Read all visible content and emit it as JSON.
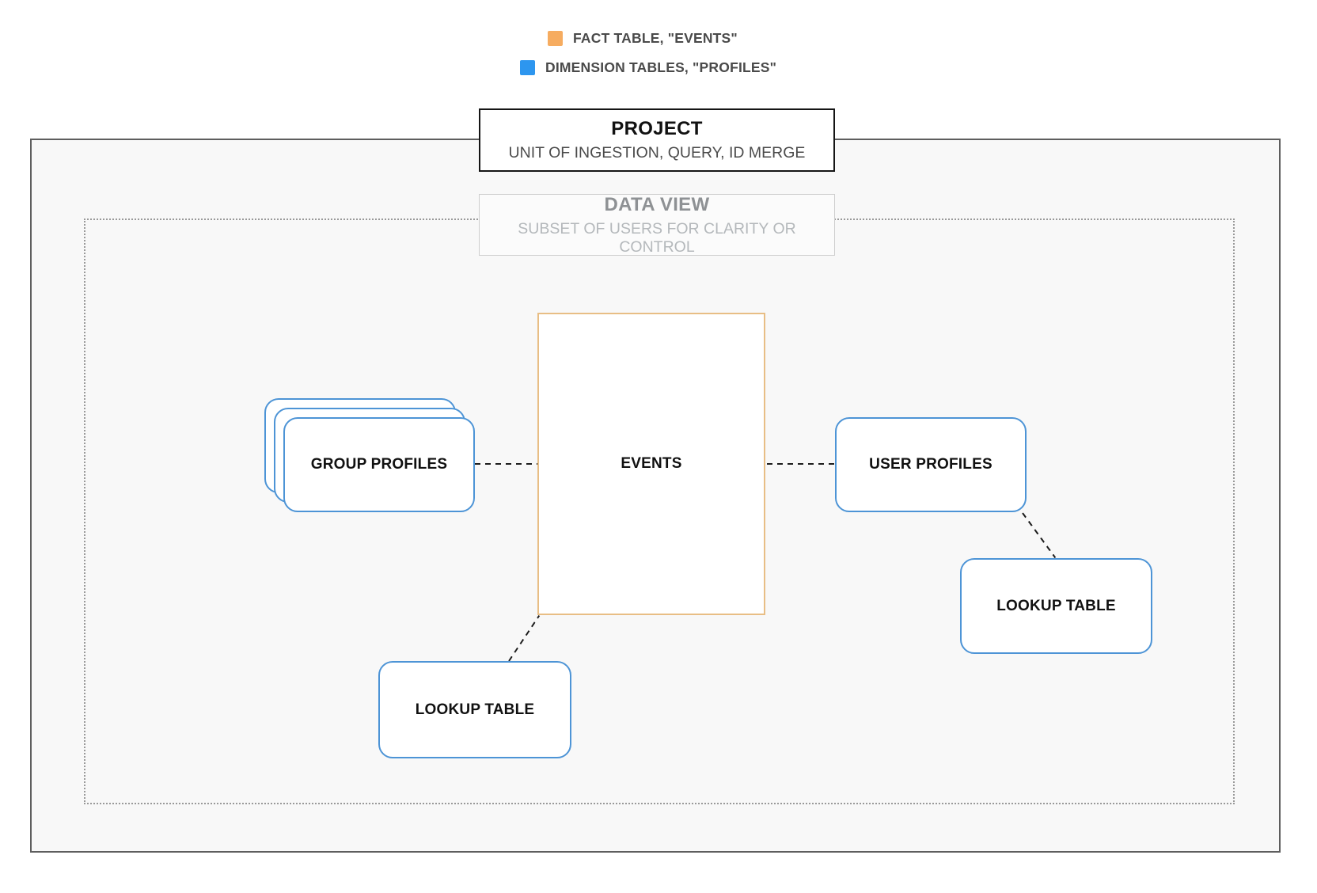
{
  "legend": {
    "items": [
      {
        "label": "FACT TABLE, \"EVENTS\"",
        "color": "#F6AC60"
      },
      {
        "label": "DIMENSION TABLES, \"PROFILES\"",
        "color": "#2D96EF"
      }
    ]
  },
  "project_box": {
    "title": "PROJECT",
    "subtitle": "UNIT OF INGESTION, QUERY, ID MERGE"
  },
  "data_view_box": {
    "title": "DATA VIEW",
    "subtitle": "SUBSET OF USERS FOR CLARITY OR CONTROL"
  },
  "nodes": {
    "group_profiles": {
      "label": "GROUP PROFILES"
    },
    "events": {
      "label": "EVENTS"
    },
    "user_profiles": {
      "label": "USER PROFILES"
    },
    "lookup_table_right": {
      "label": "LOOKUP TABLE"
    },
    "lookup_table_bottom": {
      "label": "LOOKUP TABLE"
    }
  },
  "colors": {
    "fact_table_orange": "#F6AC60",
    "dimension_table_blue": "#2D96EF",
    "node_border_blue": "#4D94D6",
    "events_border_orange": "#E8BE85",
    "container_border_gray": "#5E5E5E",
    "dotted_border_gray": "#999999",
    "container_background": "#F8F8F8",
    "connector_dash": "#1C1C1C"
  }
}
